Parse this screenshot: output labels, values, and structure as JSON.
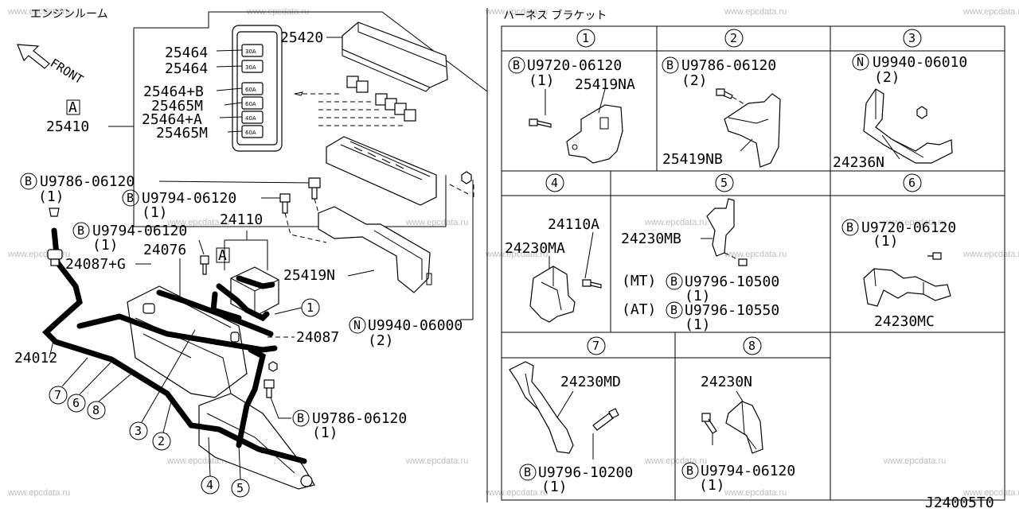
{
  "left": {
    "section_title": "エンジンルーム",
    "front_label": "FRONT",
    "view_a_letter": "A",
    "fusebox_labels": [
      "25464",
      "25464",
      "25464+B",
      "25465M",
      "25464+A",
      "25465M"
    ],
    "fuse_ratings": [
      "30A",
      "30A",
      "60A",
      "60A",
      "40A",
      "60A"
    ],
    "p25420": "25420",
    "p25410": "25410",
    "bolt1_code": "U9786-06120",
    "bolt1_qty": "(1)",
    "bolt2_code": "U9794-06120",
    "bolt2_qty": "(1)",
    "bolt3_code": "U9794-06120",
    "bolt3_qty": "(1)",
    "p24110": "24110",
    "p24076": "24076",
    "p24087g": "24087+G",
    "p25419n": "25419N",
    "p24087": "24087",
    "nut_code": "U9940-06000",
    "nut_qty": "(2)",
    "p24012": "24012",
    "bolt4_code": "U9786-06120",
    "bolt4_qty": "(1)",
    "circles": [
      "1",
      "2",
      "3",
      "4",
      "5",
      "6",
      "7",
      "8"
    ],
    "b_mark": "B",
    "n_mark": "N"
  },
  "right": {
    "section_title": "ハーネス ブラケット",
    "cells": [
      {
        "num": "1",
        "code": "U9720-06120",
        "qty": "(1)",
        "part": "25419NA"
      },
      {
        "num": "2",
        "code": "U9786-06120",
        "qty": "(2)",
        "part": "25419NB"
      },
      {
        "num": "3",
        "code": "U9940-06010",
        "qty": "(2)",
        "part": "24236N"
      },
      {
        "num": "4",
        "part_a": "24110A",
        "part_b": "24230MA"
      },
      {
        "num": "5",
        "part": "24230MB",
        "mt": "(MT)",
        "code_mt": "U9796-10500",
        "qty_mt": "(1)",
        "at": "(AT)",
        "code_at": "U9796-10550",
        "qty_at": "(1)"
      },
      {
        "num": "6",
        "code": "U9720-06120",
        "qty": "(1)",
        "part": "24230MC"
      },
      {
        "num": "7",
        "part": "24230MD",
        "code": "U9796-10200",
        "qty": "(1)"
      },
      {
        "num": "8",
        "part": "24230N",
        "code": "U9794-06120",
        "qty": "(1)"
      }
    ]
  },
  "diagram_code": "J24005T0",
  "watermark": "www.epcdata.ru"
}
